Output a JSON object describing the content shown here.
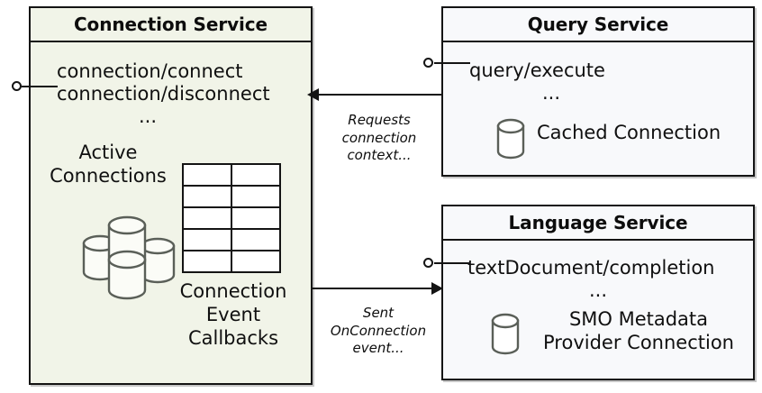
{
  "diagram": {
    "type": "uml-component-diagram",
    "background": "#ffffff",
    "stroke_color": "#141414",
    "components": [
      {
        "id": "connection-service",
        "title": "Connection Service",
        "fill": "#f1f4e8",
        "operations": [
          "connection/connect",
          "connection/disconnect"
        ],
        "ellipsis": "...",
        "store_label": "Active\nConnections",
        "store_label_line1": "Active",
        "store_label_line2": "Connections",
        "table_label_line1": "Connection",
        "table_label_line2": "Event",
        "table_label_line3": "Callbacks",
        "table_rows": 5,
        "table_cols": 2,
        "cylinder_count": 4,
        "has_provided_interface": true
      },
      {
        "id": "query-service",
        "title": "Query Service",
        "fill": "#f8f9fb",
        "operations": [
          "query/execute"
        ],
        "ellipsis": "...",
        "store_label": "Cached Connection",
        "cylinder_count": 1,
        "has_provided_interface": true
      },
      {
        "id": "language-service",
        "title": "Language Service",
        "fill": "#f8f9fb",
        "operations": [
          "textDocument/completion"
        ],
        "ellipsis": "...",
        "store_label_line1": "SMO Metadata",
        "store_label_line2": "Provider Connection",
        "cylinder_count": 1,
        "has_provided_interface": true
      }
    ],
    "connectors": [
      {
        "id": "query-to-connection",
        "from": "query-service",
        "to": "connection-service",
        "direction": "left",
        "label_line1": "Requests",
        "label_line2": "connection",
        "label_line3": "context..."
      },
      {
        "id": "connection-to-language",
        "from": "connection-service",
        "to": "language-service",
        "direction": "right",
        "label_line1": "Sent",
        "label_line2": "OnConnection",
        "label_line3": "event..."
      }
    ]
  }
}
